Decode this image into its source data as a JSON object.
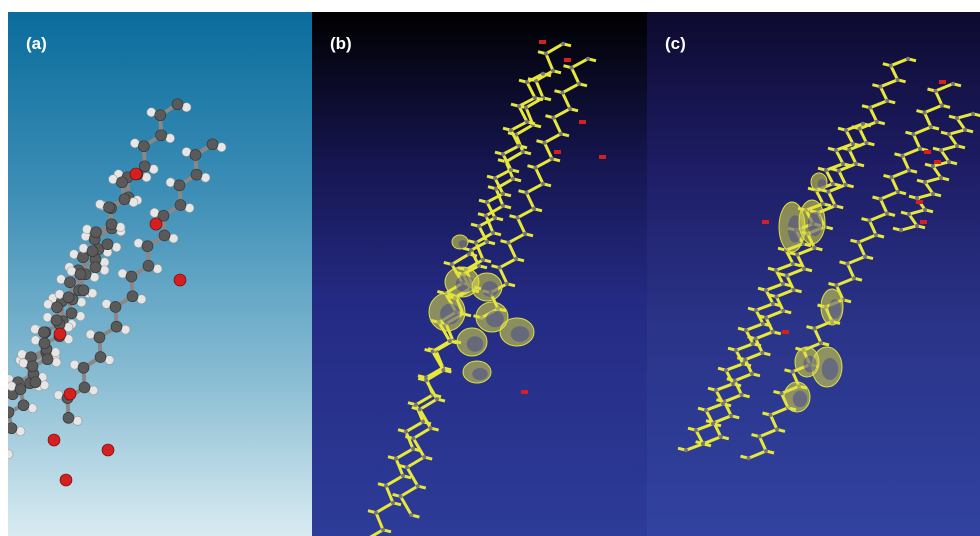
{
  "panels": [
    {
      "label": "(a)",
      "style": "ball-and-stick",
      "background_top": "#0a6c9c",
      "background_bottom": "#d9ebf1"
    },
    {
      "label": "(b)",
      "style": "yellow stick model with orbital lobes",
      "background_top": "#000000",
      "background_bottom": "#2d3c98"
    },
    {
      "label": "(c)",
      "style": "yellow stick model with orbital lobes",
      "background_top": "#0d0a2e",
      "background_bottom": "#3142a0"
    }
  ],
  "colors": {
    "carbon": "#5a5a5a",
    "hydrogen": "#e6e6e6",
    "oxygen": "#d42020",
    "stick": "#e8e838",
    "orbital": "#e0e040"
  }
}
